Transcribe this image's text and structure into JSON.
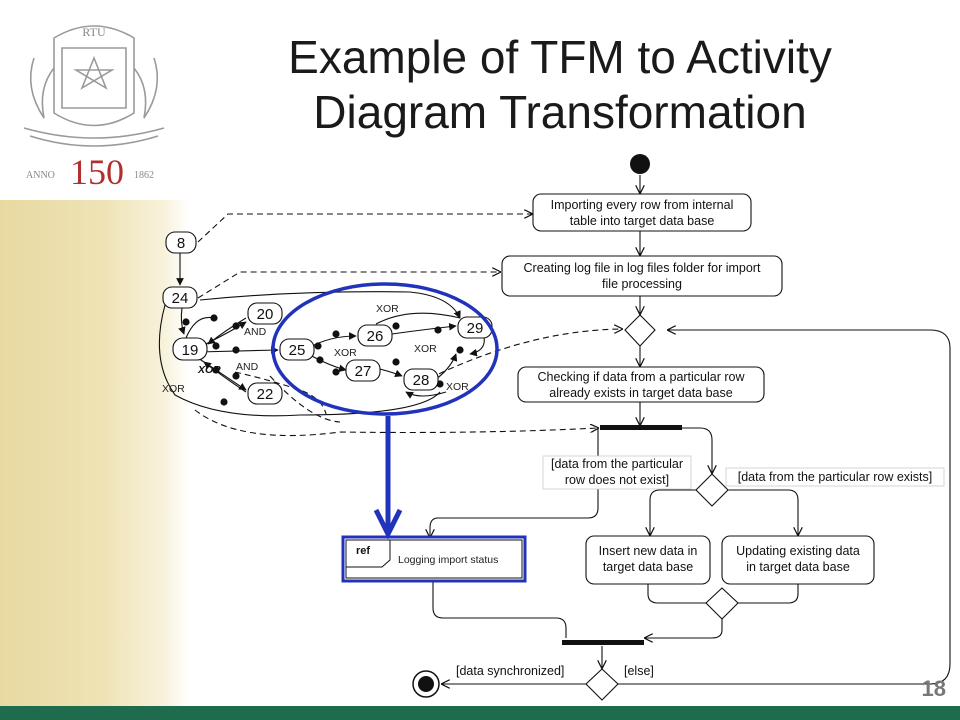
{
  "logo": {
    "top_text": "RTU",
    "anno": "ANNO",
    "digits": "150",
    "year": "1862"
  },
  "title": {
    "line1": "Example of TFM to Activity",
    "line2": "Diagram Transformation"
  },
  "tfm": {
    "nodes": {
      "n8": "8",
      "n24": "24",
      "n19": "19",
      "n20": "20",
      "n22": "22",
      "n25": "25",
      "n26": "26",
      "n27": "27",
      "n28": "28",
      "n29": "29"
    },
    "labels": {
      "and_top": "AND",
      "and_bottom": "AND",
      "xor_left": "XOR",
      "xor_bold": "XOR",
      "xor_top": "XOR",
      "xor_mid_left": "XOR",
      "xor_mid_right": "XOR",
      "xor_bottom_right": "XOR"
    }
  },
  "activity": {
    "import_rows": [
      "Importing every row from internal",
      "table into target data base"
    ],
    "create_log": [
      "Creating log file in log files folder for import",
      "file processing"
    ],
    "check_exists": [
      "Checking if data from a particular row",
      "already exists in target data base"
    ],
    "guard_not_exist": [
      "[data from the particular",
      "row does not exist]"
    ],
    "guard_exists": "[data from the particular row exists]",
    "insert_new": [
      "Insert new data in",
      "target data base"
    ],
    "update_existing": [
      "Updating existing data",
      "in target data base"
    ],
    "ref_keyword": "ref",
    "ref_label": "Logging import status",
    "guard_synchronized": "[data synchronized]",
    "guard_else": "[else]"
  },
  "slide": {
    "page_number": "18"
  },
  "colors": {
    "highlight_blue": "#2233bb",
    "bottom_bar": "#1f6b4e",
    "logo_red": "#b03030",
    "logo_green": "#2c7a55",
    "logo_gray": "#888888"
  }
}
